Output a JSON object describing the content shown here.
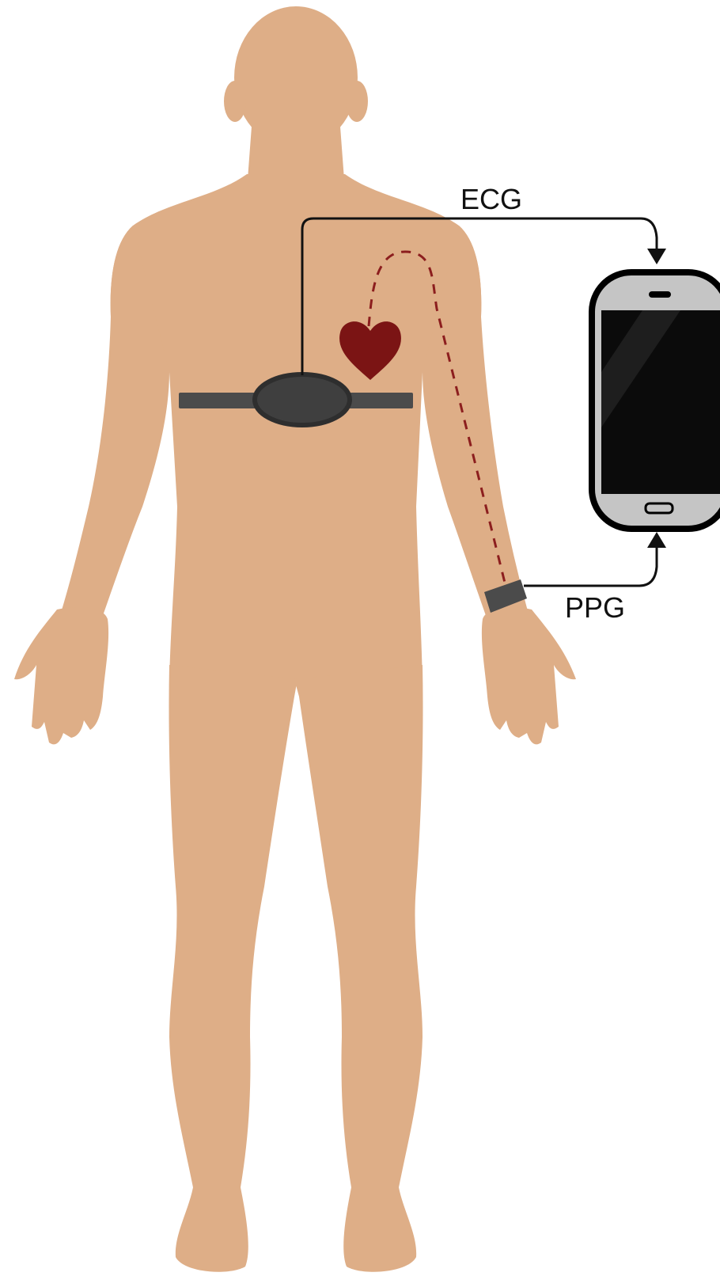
{
  "labels": {
    "ecg": "ECG",
    "ppg": "PPG"
  },
  "colors": {
    "skin": "#DEAE87",
    "strap": "#4B4B4B",
    "sensor_pod": "#3F3F3F",
    "sensor_pod_rim": "#2E2E2E",
    "heart": "#7B1414",
    "pulse_path": "#8C1E1E",
    "signal_line": "#111111",
    "phone_body": "#C5C5C5",
    "phone_outline": "#000000",
    "phone_screen": "#0B0B0B"
  },
  "icons": {
    "body": "human-body-silhouette",
    "heart": "heart-icon",
    "chest_strap": "chest-strap-sensor",
    "wrist_band": "wrist-band-sensor",
    "smartphone": "smartphone-icon"
  }
}
